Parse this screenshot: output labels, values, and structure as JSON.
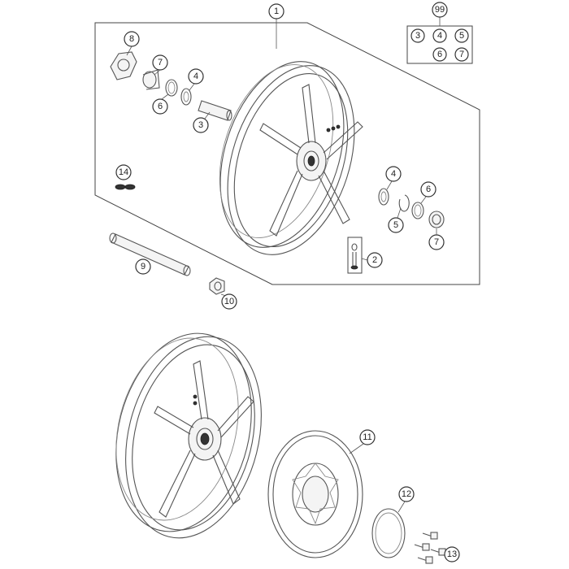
{
  "diagram": {
    "callouts": {
      "c1": "1",
      "c2": "2",
      "c3": "3",
      "c4a": "4",
      "c4b": "4",
      "c5": "5",
      "c6a": "6",
      "c6b": "6",
      "c7a": "7",
      "c7b": "7",
      "c8": "8",
      "c9": "9",
      "c10": "10",
      "c11": "11",
      "c12": "12",
      "c13": "13",
      "c14": "14",
      "c99": "99"
    },
    "kit_box": {
      "k3": "3",
      "k4": "4",
      "k5": "5",
      "k6": "6",
      "k7": "7"
    }
  }
}
